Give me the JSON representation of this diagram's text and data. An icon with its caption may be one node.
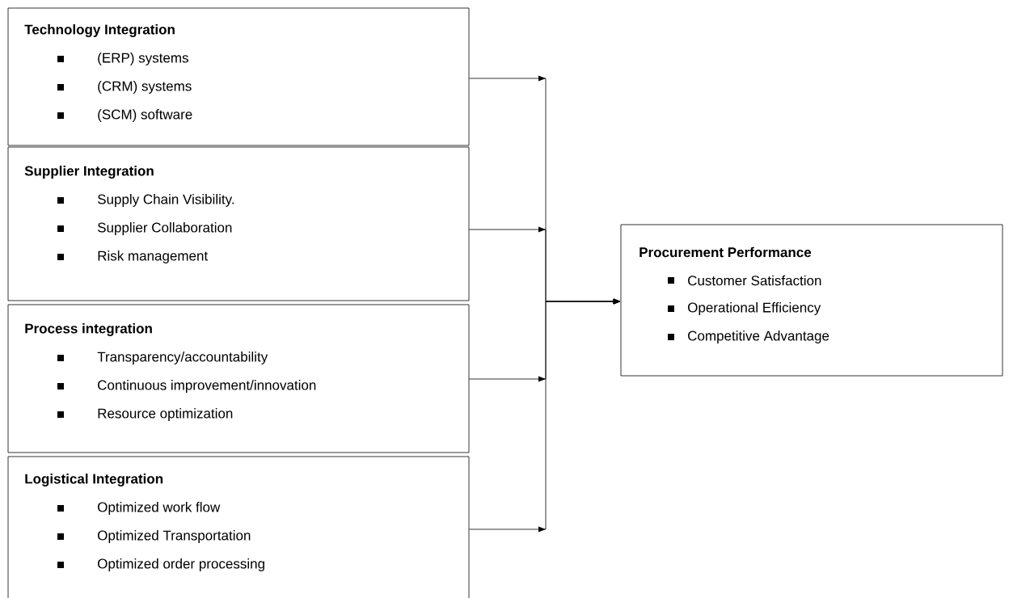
{
  "diagram": {
    "nodes": [
      {
        "text": [
          "Technology Integration",
          "(ERP) systems",
          "(CRM) systems",
          "(SCM) software"
        ]
      },
      {
        "text": [
          "Supplier Integration",
          "Supply Chain Visibility.",
          "Supplier Collaboration",
          "Risk management"
        ]
      },
      {
        "text": [
          "Process integration",
          "Transparency/accountability",
          "Continuous improvement/innovation",
          "Resource optimization"
        ]
      },
      {
        "text": [
          "Logistical Integration",
          "Optimized work flow",
          "Optimized Transportation",
          "Optimized order processing"
        ]
      },
      {
        "text": [
          "Procurement Performance",
          "Customer Satisfaction",
          "Operational Efficiency",
          "Competitive Advantage"
        ]
      }
    ],
    "edges": [
      {
        "from": 0,
        "to": 4,
        "arrow": "to"
      },
      {
        "from": 1,
        "to": 4,
        "arrow": "to"
      },
      {
        "from": 2,
        "to": 4,
        "arrow": "to"
      },
      {
        "from": 3,
        "to": 4,
        "arrow": "to"
      }
    ]
  }
}
